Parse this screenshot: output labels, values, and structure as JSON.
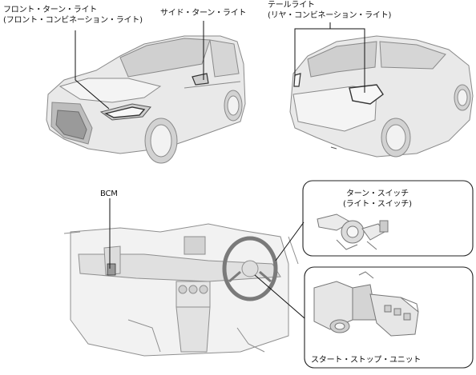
{
  "labels": {
    "front_turn_light": "フロント・ターン・ライト",
    "front_turn_light_sub": "(フロント・コンビネーション・ライト)",
    "side_turn_light": "サイド・ターン・ライト",
    "tail_light": "テールライト",
    "tail_light_sub": "(リヤ・コンビネーション・ライト)",
    "bcm": "BCM",
    "turn_switch": "ターン・スイッチ",
    "turn_switch_sub": "(ライト・スイッチ)",
    "start_stop_unit": "スタート・ストップ・ユニット"
  }
}
